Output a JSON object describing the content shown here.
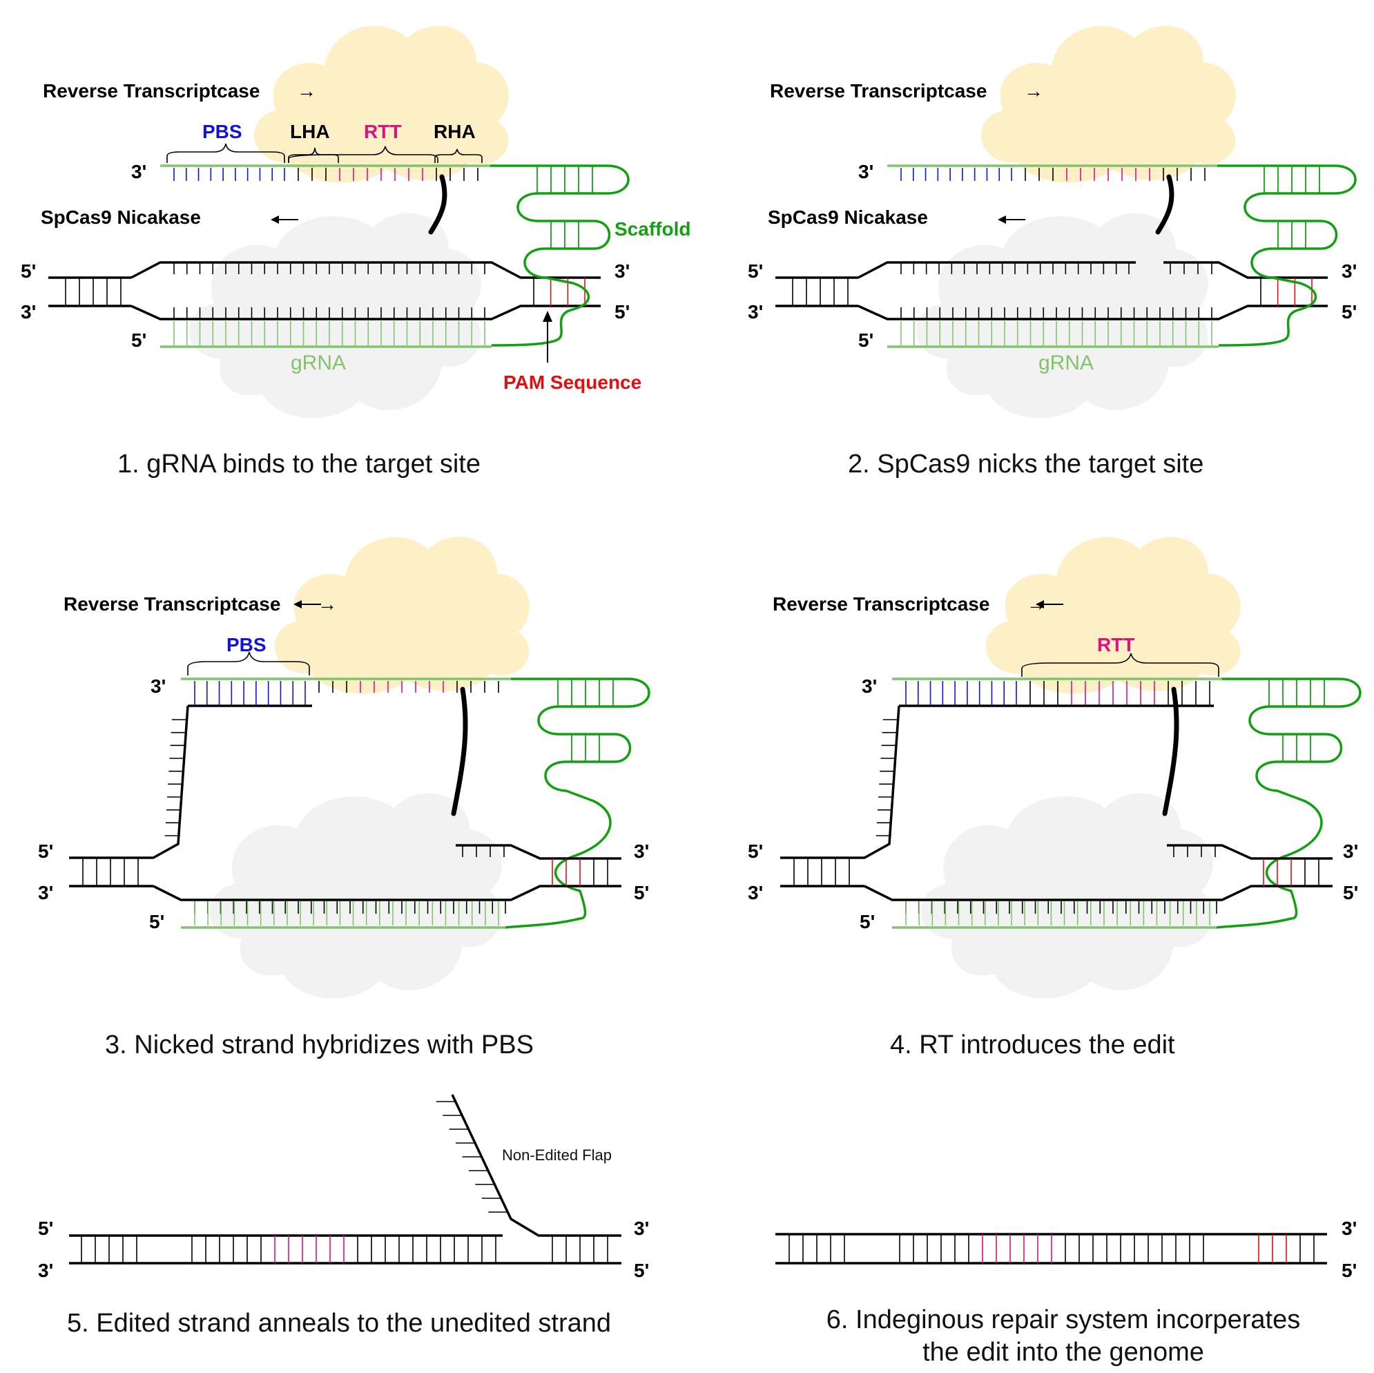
{
  "colors": {
    "rt_cloud": "#fdf0c7",
    "cas9_cloud": "#f2f2f2",
    "strand": "#000000",
    "pbs": "#1010e0",
    "rtt": "#e0107f",
    "scaffold": "#12a012",
    "grna": "#82c46c",
    "pam": "#e01010"
  },
  "labels": {
    "reverse_transcriptase": "Reverse Transcriptcase",
    "arrow": "→",
    "spcas9_nickase": "SpCas9 Nicakase",
    "pbs": "PBS",
    "lha": "LHA",
    "rtt": "RTT",
    "rha": "RHA",
    "scaffold": "Scaffold",
    "grna": "gRNA",
    "pam_sequence": "PAM Sequence",
    "non_edited_flap": "Non-Edited Flap"
  },
  "ends": {
    "three_prime": "3'",
    "five_prime": "5'"
  },
  "captions": {
    "step1": "1. gRNA binds to the target site",
    "step2": "2. SpCas9 nicks the target site",
    "step3": "3. Nicked strand hybridizes with PBS",
    "step4": "4. RT introduces the edit",
    "step5": "5. Edited strand anneals to the unedited strand",
    "step6_line1": "6. Indeginous repair system incorperates",
    "step6_line2": "the edit into the genome"
  }
}
